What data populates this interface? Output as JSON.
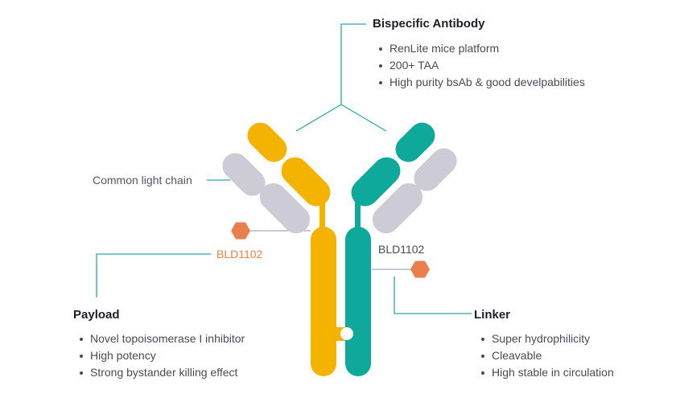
{
  "bispecific": {
    "title": "Bispecific Antibody",
    "items": [
      "RenLite mice platform",
      "200+ TAA",
      "High purity bsAb & good develpabilities"
    ]
  },
  "light_chain_label": "Common light chain",
  "payload_code_left": "BLD1102",
  "payload_code_right": "BLD1102",
  "payload": {
    "title": "Payload",
    "items": [
      "Novel topoisomerase I inhibitor",
      "High potency",
      "Strong bystander killing effect"
    ]
  },
  "linker": {
    "title": "Linker",
    "items": [
      "Super hydrophilicity",
      "Cleavable",
      "High stable in circulation"
    ]
  },
  "colors": {
    "heavy_chain_left": "#f4b300",
    "heavy_chain_right": "#0ea99b",
    "light_chain": "#cccbd6",
    "payload_hexagon": "#e97f4d",
    "leader_line": "#2aa9a8",
    "linker_line": "#b6b6c6",
    "orange_text": "#e58348"
  }
}
